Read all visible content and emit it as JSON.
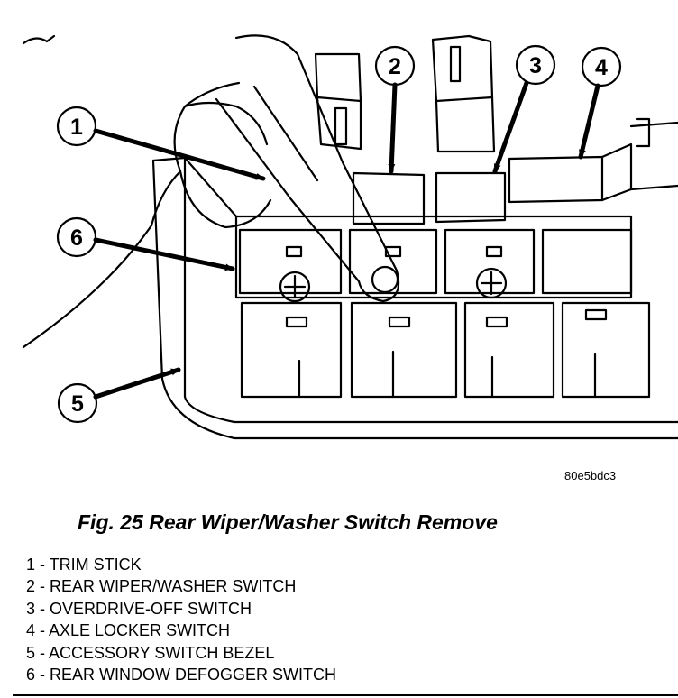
{
  "figure": {
    "code": "80e5bdc3",
    "caption": "Fig. 25 Rear Wiper/Washer Switch Remove"
  },
  "callouts": [
    "1",
    "2",
    "3",
    "4",
    "5",
    "6"
  ],
  "legend": [
    "1 - TRIM STICK",
    "2 - REAR WIPER/WASHER SWITCH",
    "3 - OVERDRIVE-OFF SWITCH",
    "4 - AXLE LOCKER SWITCH",
    "5 - ACCESSORY SWITCH BEZEL",
    "6 - REAR WINDOW DEFOGGER SWITCH"
  ]
}
